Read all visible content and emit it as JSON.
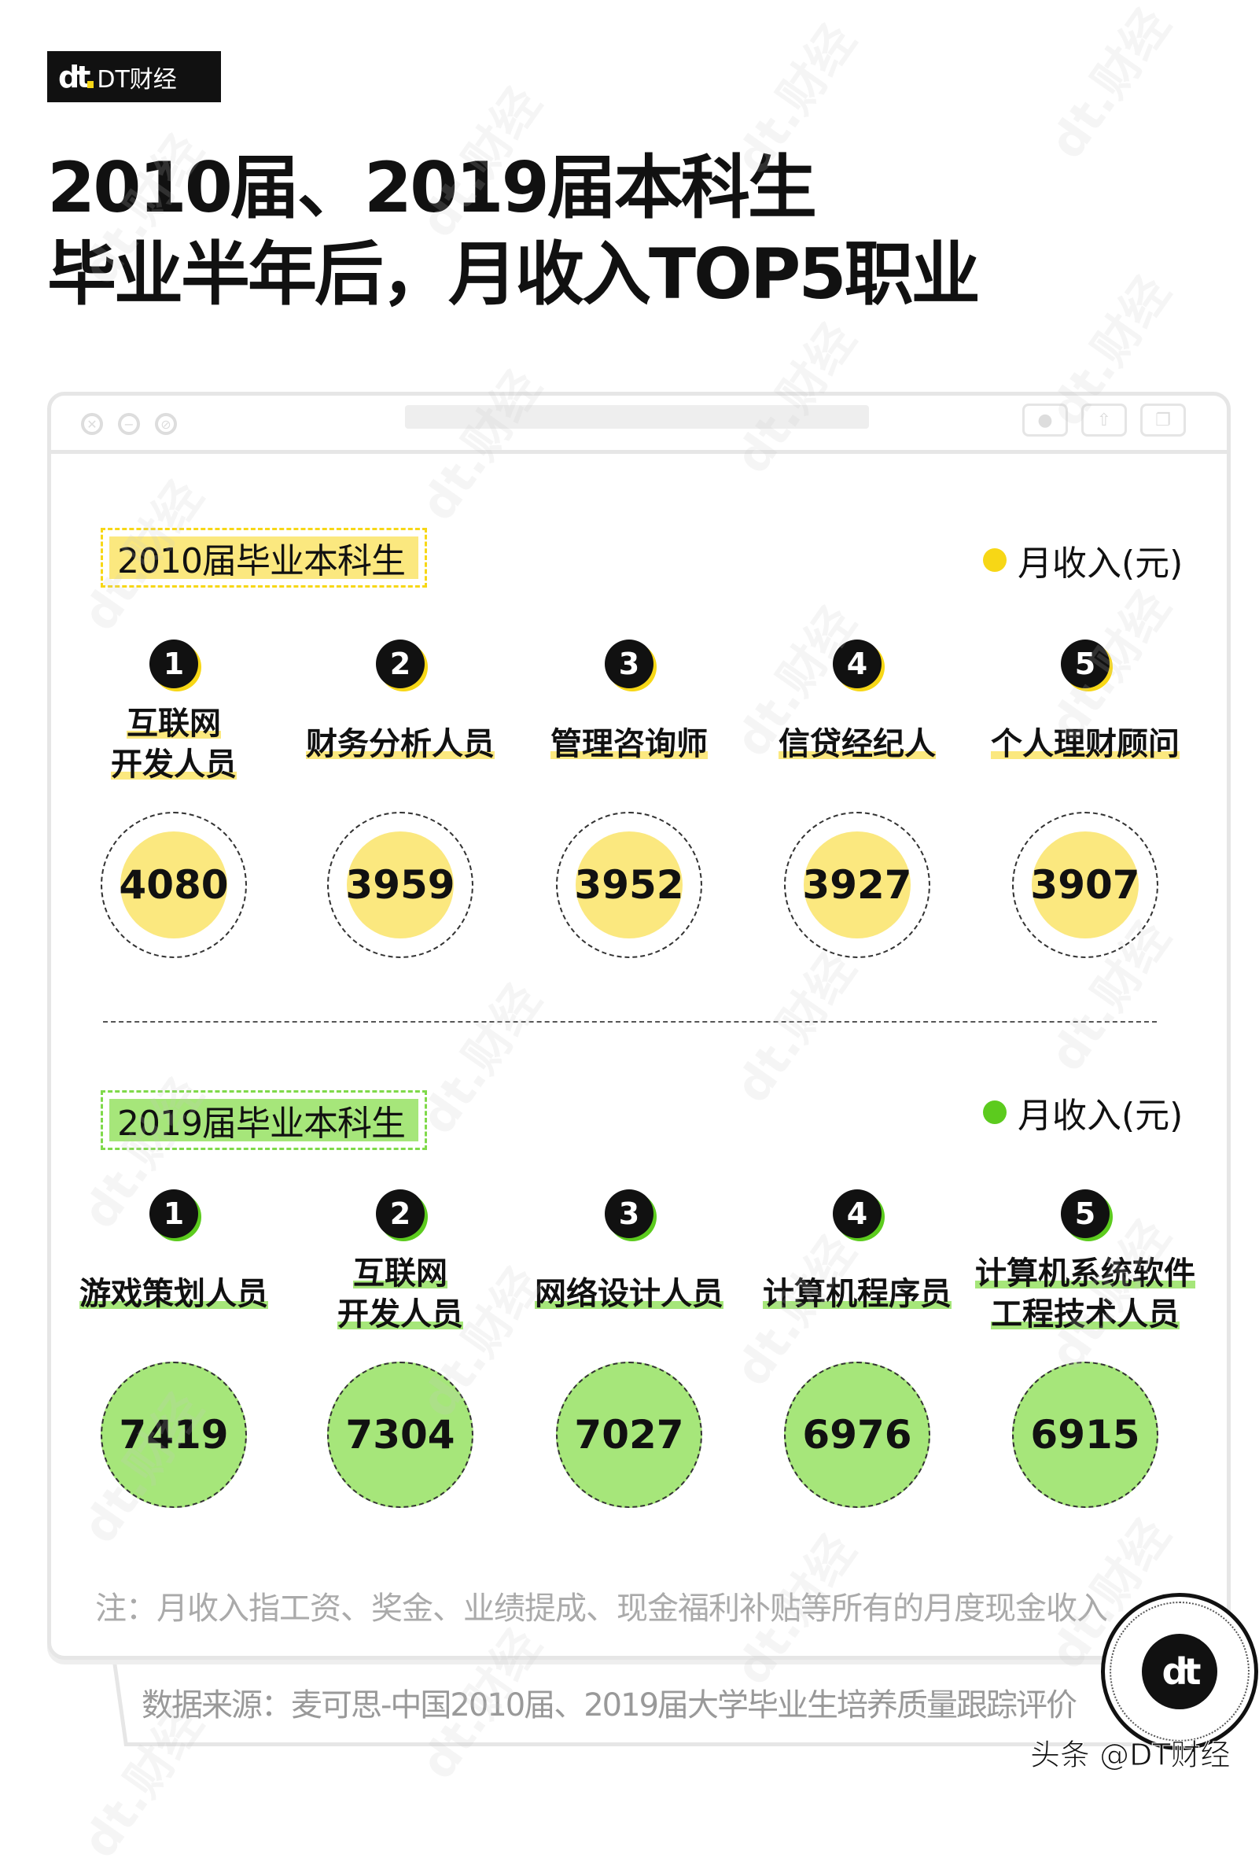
{
  "brand": {
    "name": "DT财经",
    "mark": "dt"
  },
  "title": {
    "line1": "2010届、2019届本科生",
    "line2": "毕业半年后，月收入TOP5职业"
  },
  "watermark": "dt.财经",
  "colors": {
    "yellow": "#fbe87f",
    "yellow_dot": "#f7d716",
    "green": "#a6e67a",
    "green_dot": "#5ccb1e"
  },
  "section2010": {
    "tag": "2010届毕业本科生",
    "legend": "月收入(元)",
    "items": [
      {
        "rank": "1",
        "lines": [
          "互联网",
          "开发人员"
        ],
        "value": "4080"
      },
      {
        "rank": "2",
        "lines": [
          "财务分析人员"
        ],
        "value": "3959"
      },
      {
        "rank": "3",
        "lines": [
          "管理咨询师"
        ],
        "value": "3952"
      },
      {
        "rank": "4",
        "lines": [
          "信贷经纪人"
        ],
        "value": "3927"
      },
      {
        "rank": "5",
        "lines": [
          "个人理财顾问"
        ],
        "value": "3907"
      }
    ]
  },
  "section2019": {
    "tag": "2019届毕业本科生",
    "legend": "月收入(元)",
    "items": [
      {
        "rank": "1",
        "lines": [
          "游戏策划人员"
        ],
        "value": "7419"
      },
      {
        "rank": "2",
        "lines": [
          "互联网",
          "开发人员"
        ],
        "value": "7304"
      },
      {
        "rank": "3",
        "lines": [
          "网络设计人员"
        ],
        "value": "7027"
      },
      {
        "rank": "4",
        "lines": [
          "计算机程序员"
        ],
        "value": "6976"
      },
      {
        "rank": "5",
        "lines": [
          "计算机系统软件",
          "工程技术人员"
        ],
        "value": "6915"
      }
    ]
  },
  "note": "注：月收入指工资、奖金、业绩提成、现金福利补贴等所有的月度现金收入",
  "source": "数据来源：麦可思-中国2010届、2019届大学毕业生培养质量跟踪评价",
  "credit": "头条 @DT财经"
}
